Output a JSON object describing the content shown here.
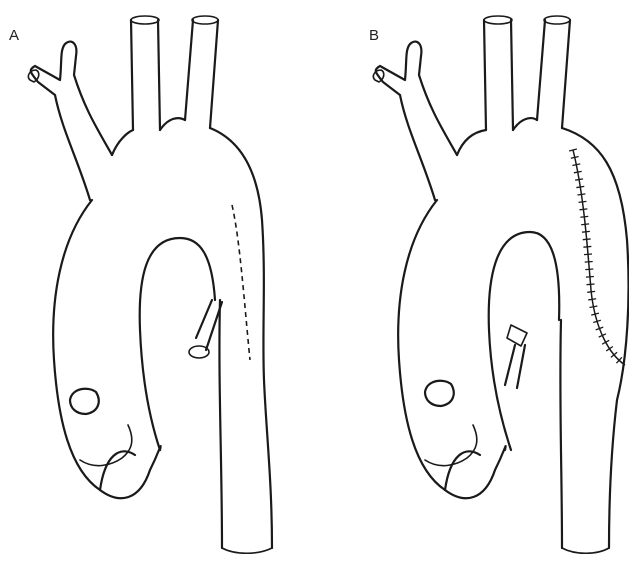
{
  "panels": [
    {
      "id": "A",
      "label": "A"
    },
    {
      "id": "B",
      "label": "B"
    }
  ],
  "colors": {
    "line": "#1a1a1a",
    "background": "#ffffff"
  }
}
